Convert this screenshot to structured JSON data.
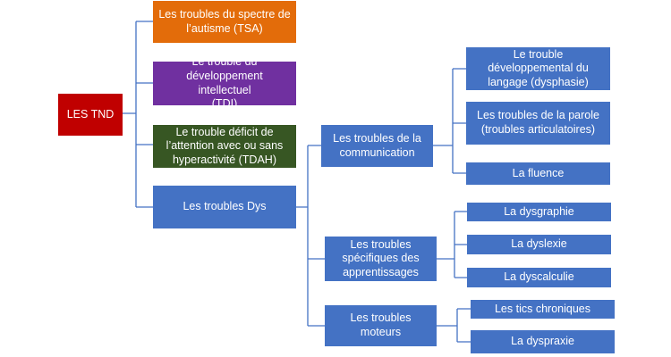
{
  "root": {
    "label": "LES TND",
    "color": "#C00000"
  },
  "level1": [
    {
      "label": "Les troubles du spectre de\nl’autisme (TSA)",
      "color": "#E36C0A"
    },
    {
      "label": "Le trouble du\ndéveloppement intellectuel\n(TDI)",
      "color": "#7030A0"
    },
    {
      "label": "Le trouble déficit de\nl’attention avec ou sans\nhyperactivité (TDAH)",
      "color": "#375623"
    },
    {
      "label": "Les troubles Dys",
      "color": "#4472C4"
    }
  ],
  "dys_groups": [
    {
      "label": "Les  troubles de la\ncommunication",
      "color": "#4472C4"
    },
    {
      "label": "Les  troubles\nspécifiques des\napprentissages",
      "color": "#4472C4"
    },
    {
      "label": "Les troubles moteurs",
      "color": "#4472C4"
    }
  ],
  "communication_items": [
    {
      "label": "Le  trouble\ndéveloppemental du\nlangage (dysphasie)"
    },
    {
      "label": "Les troubles de la parole\n(troubles articulatoires)"
    },
    {
      "label": "La fluence"
    }
  ],
  "apprentissage_items": [
    {
      "label": "La dysgraphie"
    },
    {
      "label": "La dyslexie"
    },
    {
      "label": "La dyscalculie"
    }
  ],
  "moteur_items": [
    {
      "label": "Les  tics chroniques"
    },
    {
      "label": "La dyspraxie"
    }
  ],
  "colors": {
    "connector": "#4472C4",
    "blue_box": "#4472C4",
    "text": "#FFFFFF"
  }
}
